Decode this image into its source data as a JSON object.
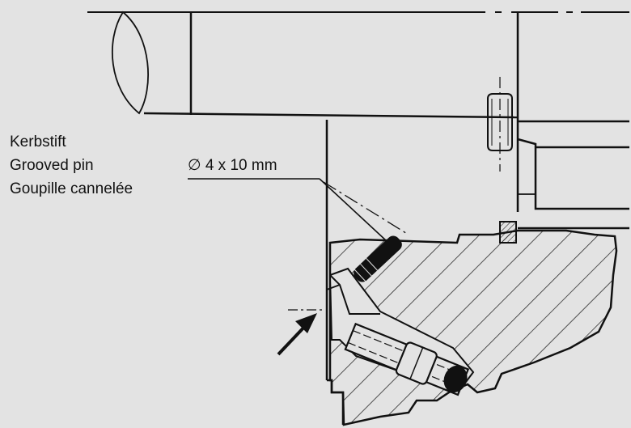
{
  "labels": {
    "german": "Kerbstift",
    "english": "Grooved pin",
    "french": "Goupille cannelée"
  },
  "dimension": {
    "text": "∅ 4 x 10 mm"
  },
  "colors": {
    "background": "#e3e3e3",
    "ink": "#111111"
  }
}
